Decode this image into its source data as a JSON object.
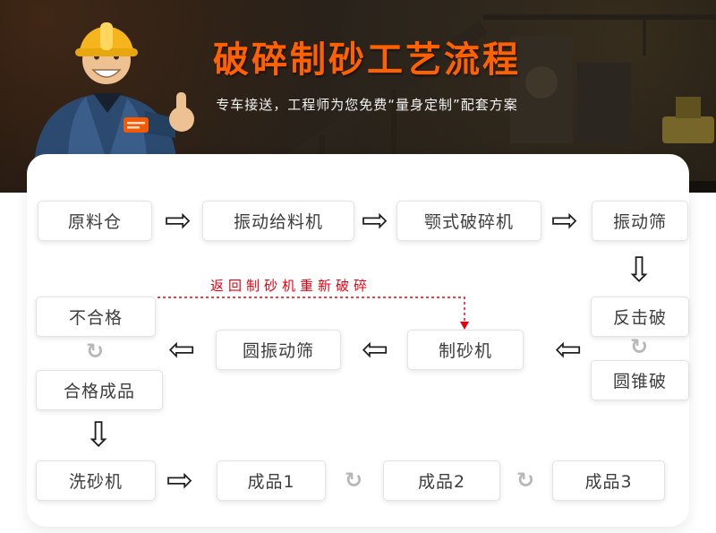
{
  "banner": {
    "title": "破碎制砂工艺流程",
    "subtitle": "专车接送，工程师为您免费“量身定制”配套方案"
  },
  "flow": {
    "raw_silo": "原料仓",
    "vibrating_feeder": "振动给料机",
    "jaw_crusher": "颚式破碎机",
    "vibrating_screen": "振动筛",
    "impact_crusher": "反击破",
    "cone_crusher": "圆锥破",
    "sand_maker": "制砂机",
    "circular_vibrating_screen": "圆振动筛",
    "unqualified": "不合格",
    "qualified_product": "合格成品",
    "sand_washer": "洗砂机",
    "product_1": "成品1",
    "product_2": "成品2",
    "product_3": "成品3",
    "return_note": "返回制砂机重新破碎"
  },
  "icons": {
    "arrow_right": "⇨",
    "arrow_left": "⇦",
    "arrow_down": "⇩",
    "recycle": "↻"
  },
  "colors": {
    "title_accent": "#ff6000",
    "return_line": "#e60012",
    "banner_background": "#1c1712"
  }
}
